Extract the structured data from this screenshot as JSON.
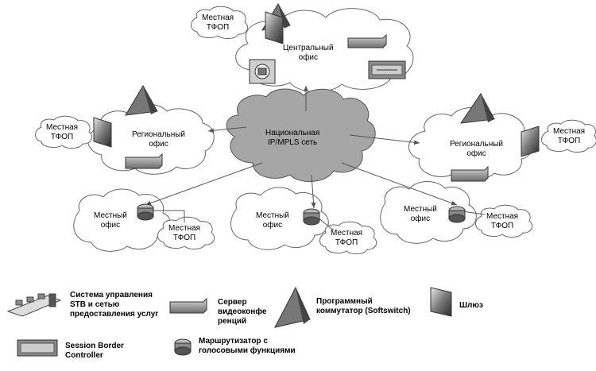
{
  "cloud_labels": {
    "core": [
      "Национальная",
      "IP/MPLS сеть"
    ],
    "central": [
      "Центральный",
      "офис"
    ],
    "regional_left": [
      "Региональный",
      "офис"
    ],
    "regional_right": [
      "Региональный",
      "офис"
    ],
    "local_1": [
      "Местный",
      "офис"
    ],
    "local_2": [
      "Местный",
      "офис"
    ],
    "local_3": [
      "Местный",
      "офис"
    ]
  },
  "pstn": [
    "Местная",
    "ТФОП"
  ],
  "legend": {
    "stb": [
      "Система управления",
      "STB и сетью",
      "предоставления услуг"
    ],
    "video": [
      "Сервер",
      "видеоконфе",
      "ренций"
    ],
    "softswitch": [
      "Программный",
      "коммутатор (Softswitch)"
    ],
    "gateway": "Шлюз",
    "sbc": [
      "Session Border",
      "Controller"
    ],
    "router": [
      "Маршрутизатор с",
      "голосовыми функциями"
    ]
  }
}
